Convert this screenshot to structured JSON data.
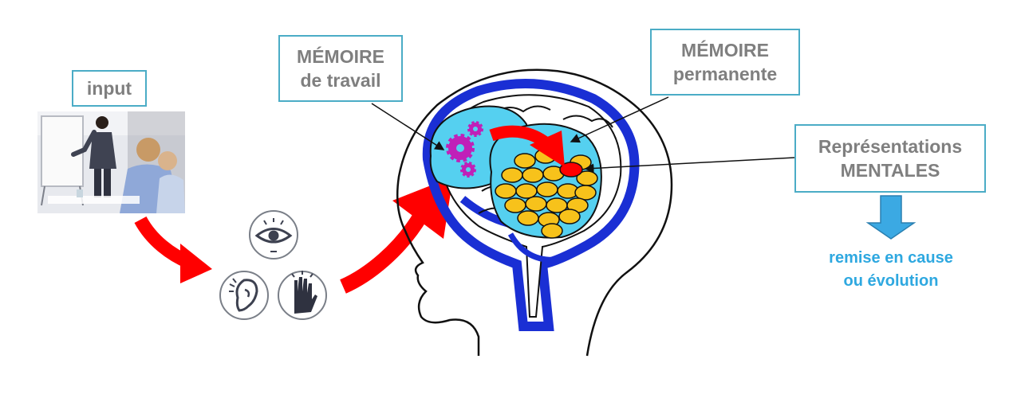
{
  "labels": {
    "input": "input",
    "memoire_travail": [
      "MÉMOIRE",
      "de travail"
    ],
    "memoire_permanente": [
      "MÉMOIRE",
      "permanente"
    ],
    "representations": [
      "Représentations",
      "MENTALES"
    ],
    "remise": [
      "remise en cause",
      "ou évolution"
    ]
  },
  "icons": [
    "eye-icon",
    "ear-icon",
    "hand-icon",
    "gear-icon"
  ],
  "colors": {
    "box_border": "#4bacc6",
    "label_text": "#7f7f7f",
    "arrow_red": "#ff0000",
    "memory_fill": "#55d0f0",
    "brain_outline": "#1a2fd4",
    "gear_fill": "#c020b8",
    "neuron_fill": "#f7c21b",
    "down_arrow": "#3ba9e3",
    "note_text": "#2ea8e0"
  }
}
